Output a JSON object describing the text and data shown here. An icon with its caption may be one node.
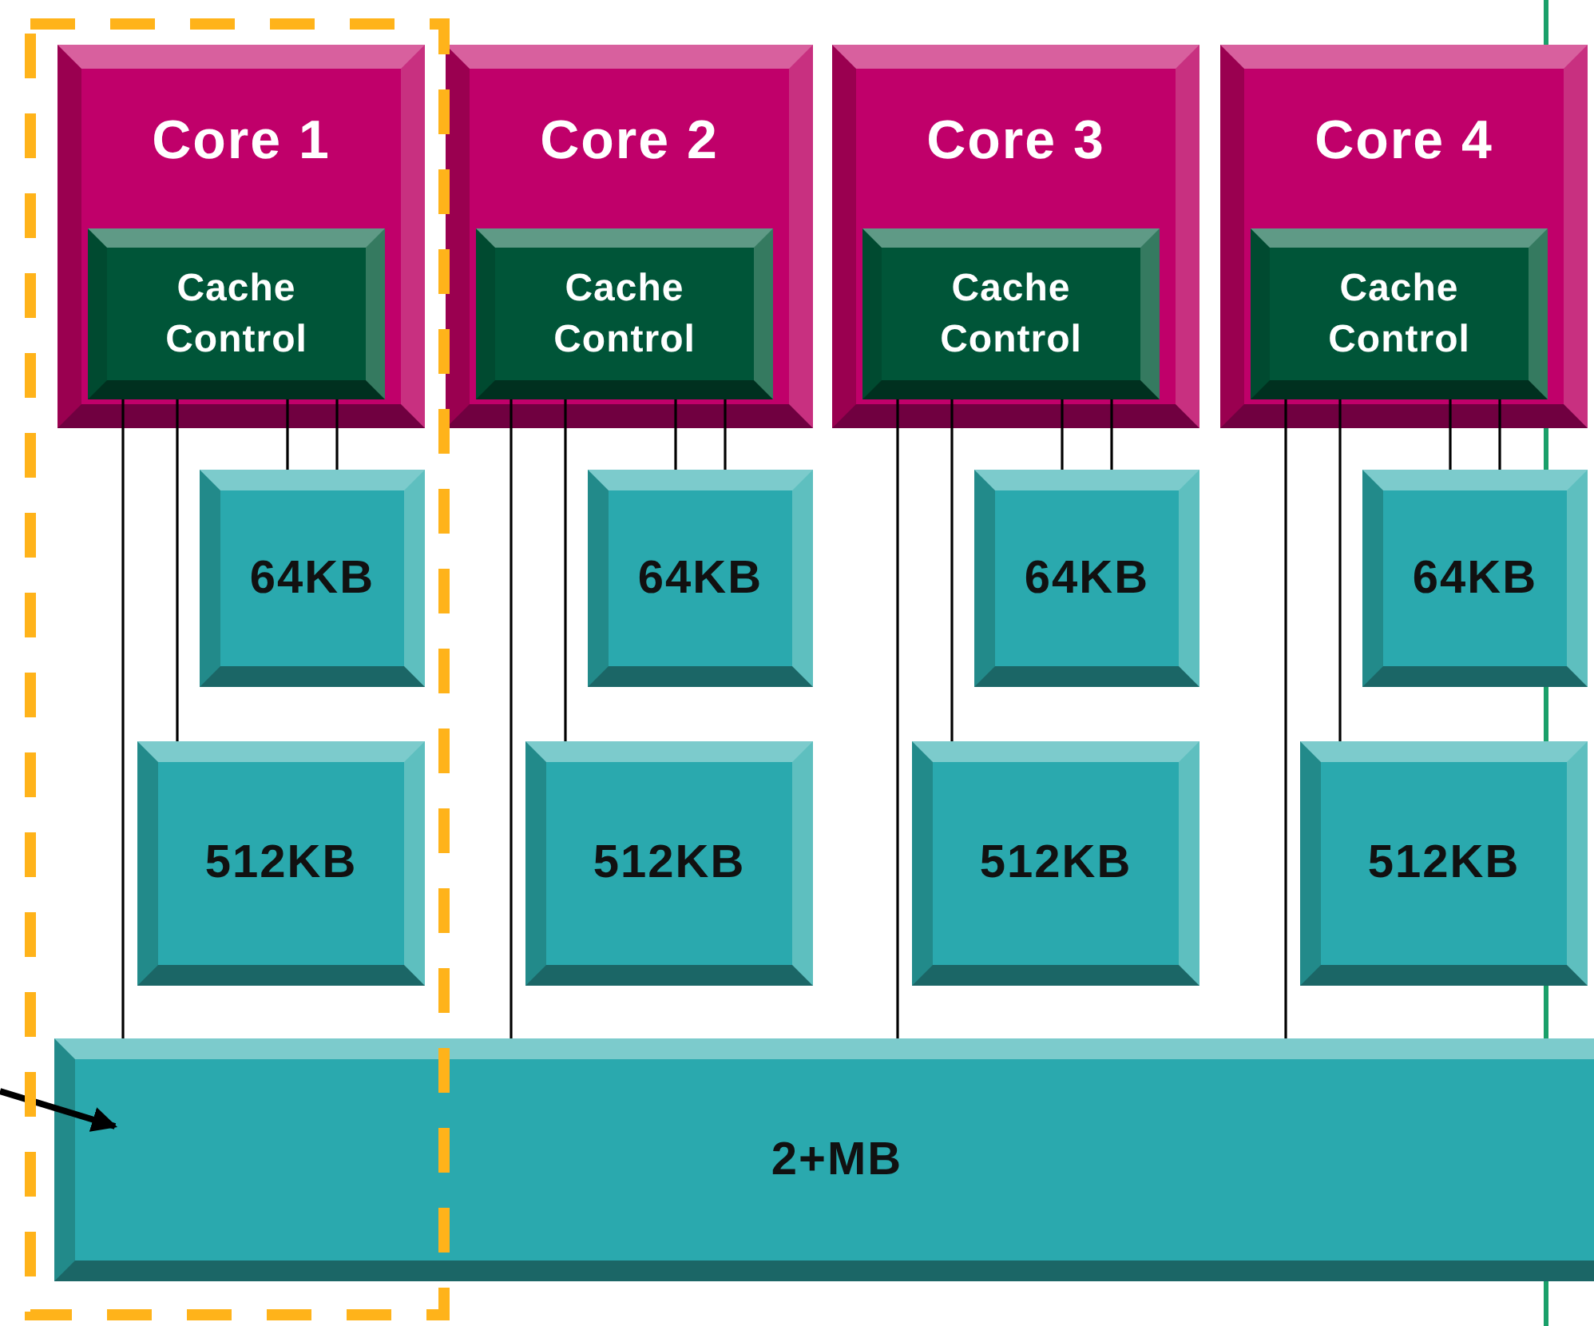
{
  "diagram": {
    "nodes": [
      {
        "text": [
          "Core 1"
        ]
      },
      {
        "text": [
          "Cache Control"
        ],
        "in": 0
      },
      {
        "text": [
          "Core 2"
        ]
      },
      {
        "text": [
          "Cache Control"
        ],
        "in": 2
      },
      {
        "text": [
          "Core 3"
        ]
      },
      {
        "text": [
          "Cache Control"
        ],
        "in": 4
      },
      {
        "text": [
          "Core 4"
        ]
      },
      {
        "text": [
          "Cache Control"
        ],
        "in": 6
      },
      {
        "text": [
          "64KB"
        ]
      },
      {
        "text": [
          "64KB"
        ]
      },
      {
        "text": [
          "64KB"
        ]
      },
      {
        "text": [
          "64KB"
        ]
      },
      {
        "text": [
          "512KB"
        ]
      },
      {
        "text": [
          "512KB"
        ]
      },
      {
        "text": [
          "512KB"
        ]
      },
      {
        "text": [
          "512KB"
        ]
      },
      {
        "text": [
          "2+MB"
        ]
      }
    ],
    "edges": [
      {
        "from": 1,
        "to": 16,
        "arrow": "none"
      },
      {
        "from": 1,
        "to": 12,
        "arrow": "none"
      },
      {
        "from": 1,
        "to": 8,
        "arrow": "none"
      },
      {
        "from": 1,
        "to": 8,
        "arrow": "none"
      },
      {
        "from": 3,
        "to": 16,
        "arrow": "none"
      },
      {
        "from": 3,
        "to": 13,
        "arrow": "none"
      },
      {
        "from": 3,
        "to": 9,
        "arrow": "none"
      },
      {
        "from": 3,
        "to": 9,
        "arrow": "none"
      },
      {
        "from": 5,
        "to": 16,
        "arrow": "none"
      },
      {
        "from": 5,
        "to": 14,
        "arrow": "none"
      },
      {
        "from": 5,
        "to": 10,
        "arrow": "none"
      },
      {
        "from": 5,
        "to": 10,
        "arrow": "none"
      },
      {
        "from": 7,
        "to": 16,
        "arrow": "none"
      },
      {
        "from": 7,
        "to": 15,
        "arrow": "none"
      },
      {
        "from": 7,
        "to": 11,
        "arrow": "none"
      },
      {
        "from": 7,
        "to": 11,
        "arrow": "none"
      },
      {
        "from": null,
        "to": 16,
        "arrow": "to",
        "style": "thick"
      }
    ]
  }
}
